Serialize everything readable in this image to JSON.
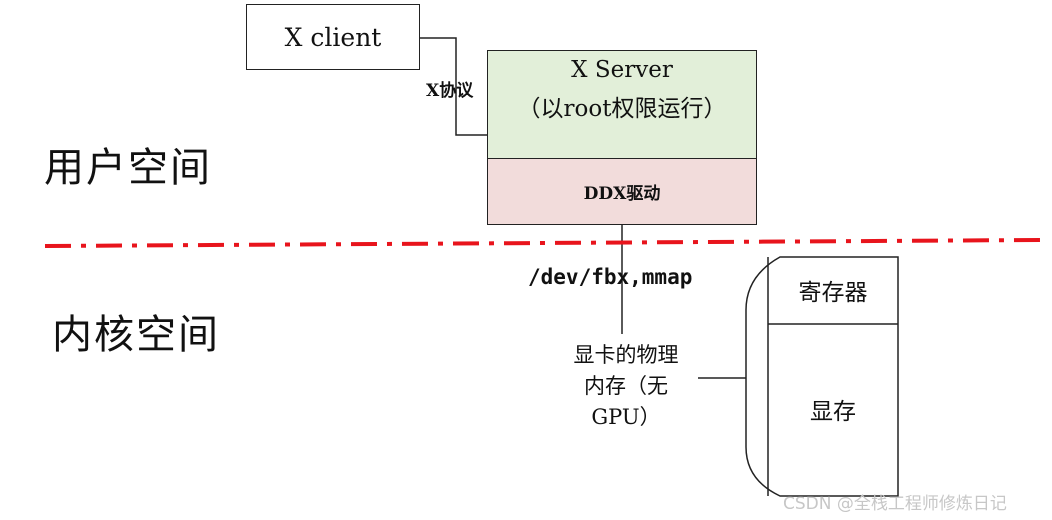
{
  "diagram": {
    "x_client": "X client",
    "x_server_line1": "X Server",
    "x_server_line2": "（以root权限运行）",
    "ddx_driver": "DDX驱动",
    "x_protocol": "X协议",
    "user_space": "用户空间",
    "kernel_space": "内核空间",
    "dev_fbx_mmap": "/dev/fbx,mmap",
    "gpu_memory_line1": "显卡的物理",
    "gpu_memory_line2": "内存（无",
    "gpu_memory_line3": "GPU）",
    "registers": "寄存器",
    "video_memory": "显存",
    "divider_color": "#e8141c",
    "x_server_fill": "#e2efd9",
    "ddx_fill": "#f2dcdb"
  },
  "watermark": "CSDN @全栈工程师修炼日记"
}
